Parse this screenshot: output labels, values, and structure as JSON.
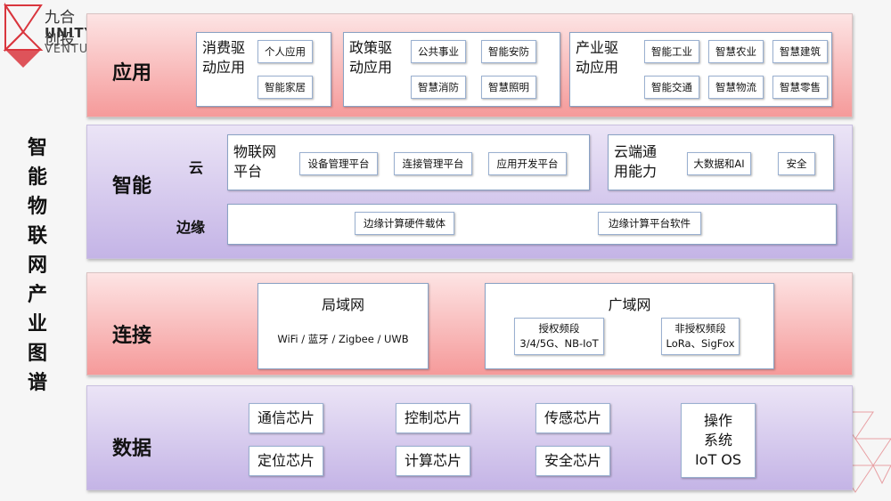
{
  "logo": {
    "cn": "九合创投",
    "en1": "UNITY",
    "en2": "VENTURES"
  },
  "side_title": [
    "智",
    "能",
    "物",
    "联",
    "网",
    "产",
    "业",
    "图",
    "谱"
  ],
  "application": {
    "label": "应用",
    "groups": [
      {
        "title_line1": "消费驱",
        "title_line2": "动应用",
        "items": [
          "个人应用",
          "智能家居"
        ]
      },
      {
        "title_line1": "政策驱",
        "title_line2": "动应用",
        "items": [
          "公共事业",
          "智能安防",
          "智慧消防",
          "智慧照明"
        ]
      },
      {
        "title_line1": "产业驱",
        "title_line2": "动应用",
        "items": [
          "智能工业",
          "智慧农业",
          "智慧建筑",
          "智能交通",
          "智慧物流",
          "智慧零售"
        ]
      }
    ]
  },
  "intelligence": {
    "label": "智能",
    "cloud_label": "云",
    "edge_label": "边缘",
    "iot_platform": {
      "title_line1": "物联网",
      "title_line2": "平台",
      "items": [
        "设备管理平台",
        "连接管理平台",
        "应用开发平台"
      ]
    },
    "cloud_general": {
      "title_line1": "云端通",
      "title_line2": "用能力",
      "items": [
        "大数据和AI",
        "安全"
      ]
    },
    "edge_items": [
      "边缘计算硬件载体",
      "边缘计算平台软件"
    ]
  },
  "connection": {
    "label": "连接",
    "lan": {
      "title": "局域网",
      "text": "WiFi / 蓝牙 / Zigbee / UWB"
    },
    "wan": {
      "title": "广域网",
      "licensed": {
        "line1": "授权频段",
        "line2": "3/4/5G、NB-IoT"
      },
      "unlicensed": {
        "line1": "非授权频段",
        "line2": "LoRa、SigFox"
      }
    }
  },
  "data": {
    "label": "数据",
    "chips": [
      "通信芯片",
      "控制芯片",
      "传感芯片",
      "定位芯片",
      "计算芯片",
      "安全芯片"
    ],
    "os": {
      "line1": "操作",
      "line2": "系统",
      "line3": "IoT OS"
    }
  },
  "colors": {
    "red_layer": "#f59a9a",
    "purple_layer": "#c4b4e6",
    "box_border": "#8aa2c4",
    "logo_red": "#d9363e"
  }
}
